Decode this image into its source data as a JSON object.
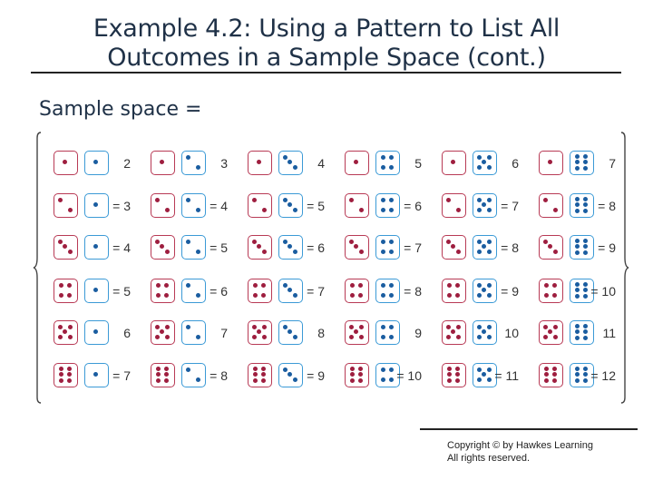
{
  "title": {
    "line1": "Example 4.2: Using a Pattern to List All",
    "line2": "Outcomes in a Sample Space (cont.)"
  },
  "sample_space_label": "Sample space =",
  "colors": {
    "red_die": "#b83a55",
    "blue_die": "#3b9ad6"
  },
  "outcomes": [
    [
      {
        "red": 1,
        "blue": 1,
        "sum": "2"
      },
      {
        "red": 1,
        "blue": 2,
        "sum": "3"
      },
      {
        "red": 1,
        "blue": 3,
        "sum": "4"
      },
      {
        "red": 1,
        "blue": 4,
        "sum": "5"
      },
      {
        "red": 1,
        "blue": 5,
        "sum": "6"
      },
      {
        "red": 1,
        "blue": 6,
        "sum": "7"
      }
    ],
    [
      {
        "red": 2,
        "blue": 1,
        "sum": "= 3"
      },
      {
        "red": 2,
        "blue": 2,
        "sum": "= 4"
      },
      {
        "red": 2,
        "blue": 3,
        "sum": "= 5"
      },
      {
        "red": 2,
        "blue": 4,
        "sum": "= 6"
      },
      {
        "red": 2,
        "blue": 5,
        "sum": "= 7"
      },
      {
        "red": 2,
        "blue": 6,
        "sum": "= 8"
      }
    ],
    [
      {
        "red": 3,
        "blue": 1,
        "sum": "= 4"
      },
      {
        "red": 3,
        "blue": 2,
        "sum": "= 5"
      },
      {
        "red": 3,
        "blue": 3,
        "sum": "= 6"
      },
      {
        "red": 3,
        "blue": 4,
        "sum": "= 7"
      },
      {
        "red": 3,
        "blue": 5,
        "sum": "= 8"
      },
      {
        "red": 3,
        "blue": 6,
        "sum": "= 9"
      }
    ],
    [
      {
        "red": 4,
        "blue": 1,
        "sum": "= 5"
      },
      {
        "red": 4,
        "blue": 2,
        "sum": "= 6"
      },
      {
        "red": 4,
        "blue": 3,
        "sum": "= 7"
      },
      {
        "red": 4,
        "blue": 4,
        "sum": "= 8"
      },
      {
        "red": 4,
        "blue": 5,
        "sum": "= 9"
      },
      {
        "red": 4,
        "blue": 6,
        "sum": "= 10"
      }
    ],
    [
      {
        "red": 5,
        "blue": 1,
        "sum": "6"
      },
      {
        "red": 5,
        "blue": 2,
        "sum": "7"
      },
      {
        "red": 5,
        "blue": 3,
        "sum": "8"
      },
      {
        "red": 5,
        "blue": 4,
        "sum": "9"
      },
      {
        "red": 5,
        "blue": 5,
        "sum": "10"
      },
      {
        "red": 5,
        "blue": 6,
        "sum": "11"
      }
    ],
    [
      {
        "red": 6,
        "blue": 1,
        "sum": "= 7"
      },
      {
        "red": 6,
        "blue": 2,
        "sum": "= 8"
      },
      {
        "red": 6,
        "blue": 3,
        "sum": "= 9"
      },
      {
        "red": 6,
        "blue": 4,
        "sum": "= 10"
      },
      {
        "red": 6,
        "blue": 5,
        "sum": "= 11"
      },
      {
        "red": 6,
        "blue": 6,
        "sum": "= 12"
      }
    ]
  ],
  "copyright": {
    "line1": "Copyright © by Hawkes Learning",
    "line2": "All rights reserved."
  }
}
